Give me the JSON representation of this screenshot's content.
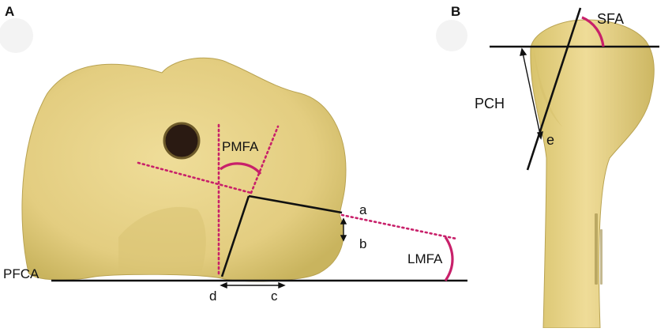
{
  "panels": {
    "a": "A",
    "b": "B"
  },
  "labels": {
    "pmfa": "PMFA",
    "lmfa": "LMFA",
    "pfca": "PFCA",
    "sfa": "SFA",
    "pch": "PCH",
    "pt_a": "a",
    "pt_b": "b",
    "pt_c": "c",
    "pt_d": "d",
    "pt_e": "e"
  },
  "colors": {
    "bone_fill": "#e8d48a",
    "bone_shadow": "#c9b45e",
    "angle_arc": "#c8206a",
    "dotted_line": "#c8206a",
    "solid_line": "#111111",
    "marker_circle": "#f2f2f2"
  }
}
